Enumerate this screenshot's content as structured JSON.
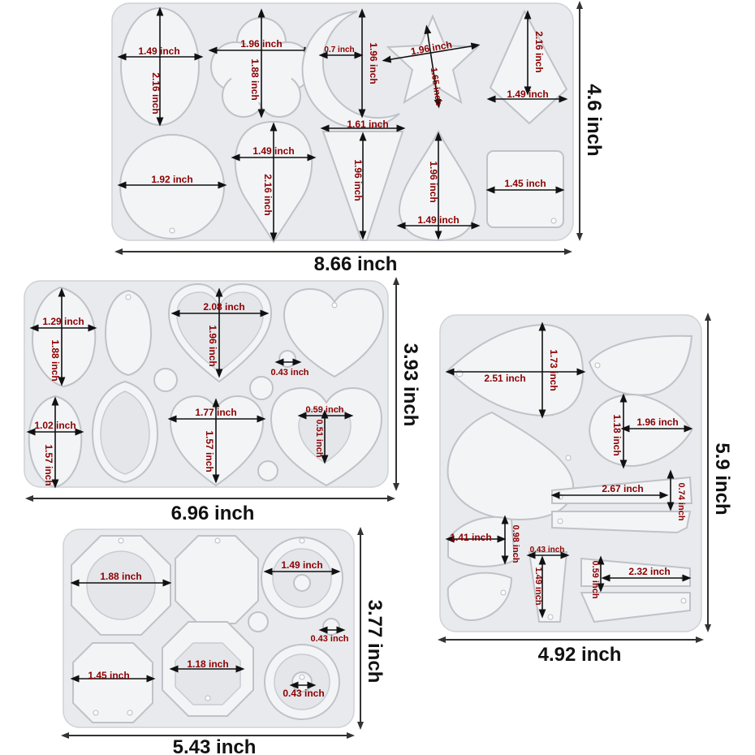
{
  "colors": {
    "label": "#8b0000",
    "tray": "#e9eaed",
    "cavity": "#f3f4f6",
    "dimension": "#111111"
  },
  "mold_1": {
    "width": "8.66 inch",
    "height": "4.6 inch",
    "labels": {
      "oval_w": "1.49 inch",
      "oval_h": "2.16 inch",
      "flower_w": "1.96 inch",
      "flower_h": "1.88 inch",
      "moon_w": "0.7 inch",
      "moon_h": "1.96 inch",
      "star_w": "1.96 inch",
      "star_h": "1.65 inch",
      "kite_h": "2.16 inch",
      "kite_w": "1.49 inch",
      "circle_d": "1.92 inch",
      "drop_w": "1.49 inch",
      "drop_h": "2.16 inch",
      "tri_w": "1.61 inch",
      "tri_h": "1.96 inch",
      "tear_h": "1.96 inch",
      "tear_w": "1.49 inch",
      "square_w": "1.45 inch"
    }
  },
  "mold_2": {
    "width": "6.96 inch",
    "height": "3.93 inch",
    "labels": {
      "leaf_w": "1.29 inch",
      "leaf_h": "1.88 inch",
      "heart_w": "2.08 inch",
      "heart_h": "1.96 inch",
      "dot_d": "0.43 inch",
      "small_leaf_w": "1.02 inch",
      "small_leaf_h": "1.57 inch",
      "heart2_w": "1.77 inch",
      "heart2_h": "1.57 inch",
      "heart3_w": "0.59 inch",
      "heart3_h": "0.51 inch"
    }
  },
  "mold_3": {
    "width": "4.92 inch",
    "height": "5.9 inch",
    "labels": {
      "drop_w": "2.51 inch",
      "drop_h": "1.73 inch",
      "drop2_h": "1.18 inch",
      "drop2_w": "1.96 inch",
      "bar_w": "2.67 inch",
      "bar_h": "0.74 inch",
      "small_w": "1.41 inch",
      "small_h": "0.98 inch",
      "thin_w": "0.43 inch",
      "thin_h": "1.49 inch",
      "bar2_h": "0.59 inch",
      "bar2_w": "2.32 inch"
    }
  },
  "mold_4": {
    "width": "5.43 inch",
    "height": "3.77 inch",
    "labels": {
      "oct_d": "1.88 inch",
      "ring_d": "1.49 inch",
      "dot_d": "0.43 inch",
      "oct2_d": "1.45 inch",
      "oct3_d": "1.18 inch",
      "ring2_d": "0.43 inch"
    }
  }
}
